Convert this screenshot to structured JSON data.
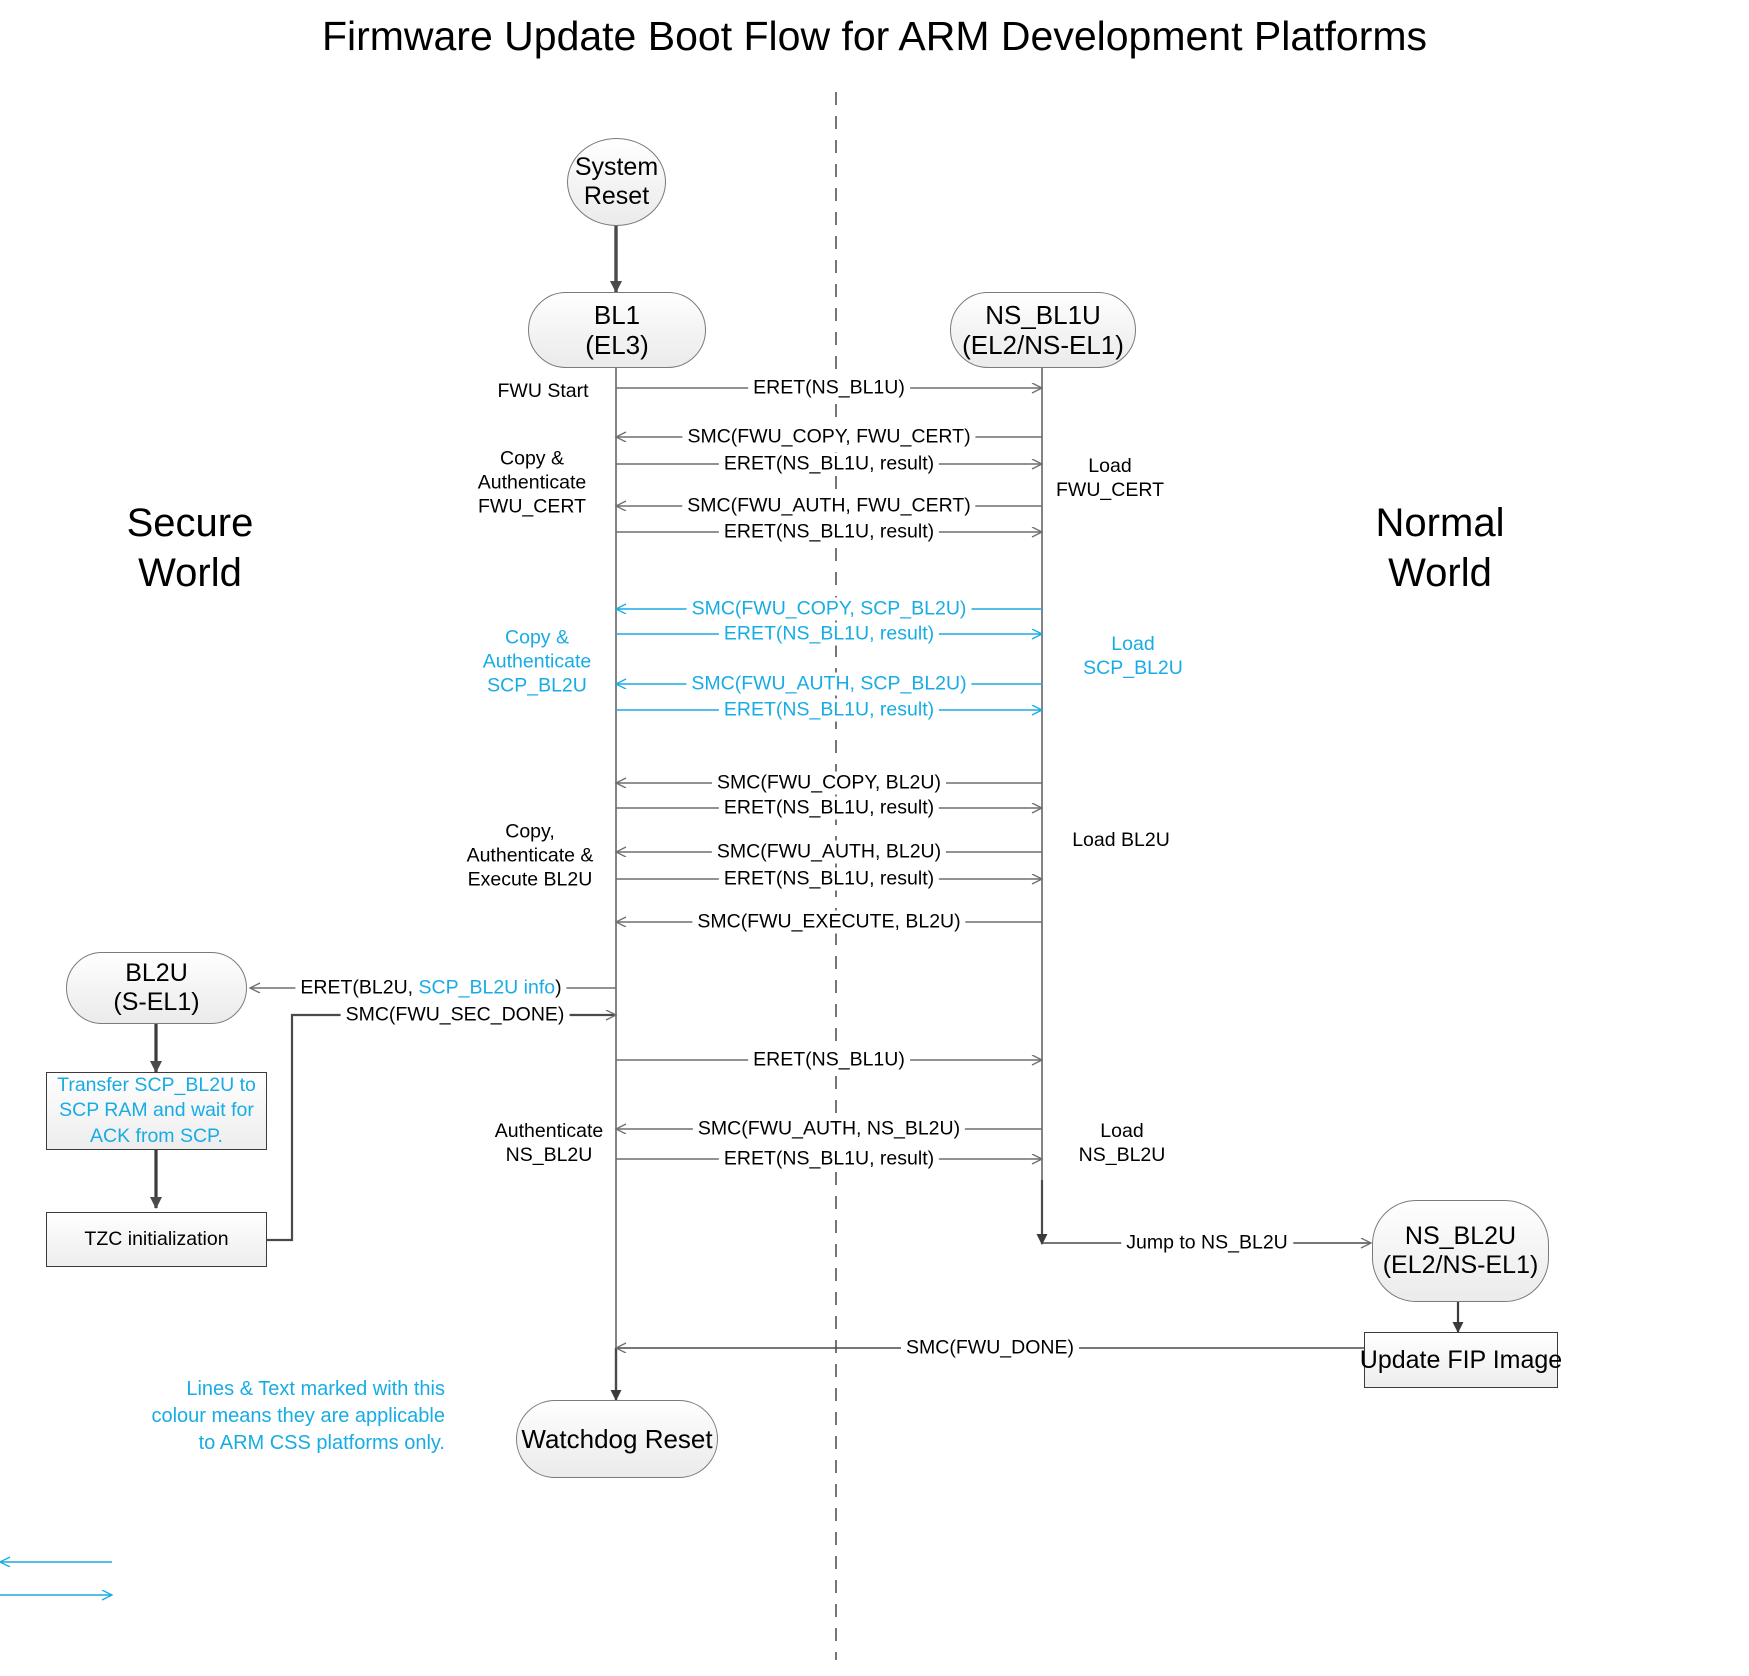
{
  "title": "Firmware Update Boot Flow for ARM Development Platforms",
  "worlds": {
    "secure": "Secure\nWorld",
    "normal": "Normal\nWorld"
  },
  "colors": {
    "accent_cyan": "#18ace4",
    "line_black": "#3b3b3b",
    "line_grey": "#6e6e6e",
    "node_fill": "#f2f2f2",
    "node_stroke": "#7b7b7b"
  },
  "nodes": {
    "system_reset": "System\nReset",
    "bl1": "BL1\n(EL3)",
    "ns_bl1u": "NS_BL1U\n(EL2/NS-EL1)",
    "bl2u": "BL2U\n(S-EL1)",
    "ns_bl2u": "NS_BL2U\n(EL2/NS-EL1)",
    "watchdog_reset": "Watchdog Reset",
    "transfer_note": "Transfer SCP_BL2U to\nSCP RAM and wait for\nACK from SCP.",
    "tzc_init": "TZC initialization",
    "update_fip": "Update FIP Image"
  },
  "messages": [
    {
      "text": "ERET(NS_BL1U)",
      "color": "black",
      "direction": "right"
    },
    {
      "text": "SMC(FWU_COPY, FWU_CERT)",
      "color": "black",
      "direction": "left"
    },
    {
      "text": "ERET(NS_BL1U, result)",
      "color": "black",
      "direction": "right"
    },
    {
      "text": "SMC(FWU_AUTH, FWU_CERT)",
      "color": "black",
      "direction": "left"
    },
    {
      "text": "ERET(NS_BL1U, result)",
      "color": "black",
      "direction": "right"
    },
    {
      "text": "SMC(FWU_COPY, SCP_BL2U)",
      "color": "cyan",
      "direction": "left"
    },
    {
      "text": "ERET(NS_BL1U, result)",
      "color": "cyan",
      "direction": "right"
    },
    {
      "text": "SMC(FWU_AUTH, SCP_BL2U)",
      "color": "cyan",
      "direction": "left"
    },
    {
      "text": "ERET(NS_BL1U, result)",
      "color": "cyan",
      "direction": "right"
    },
    {
      "text": "SMC(FWU_COPY, BL2U)",
      "color": "black",
      "direction": "left"
    },
    {
      "text": "ERET(NS_BL1U, result)",
      "color": "black",
      "direction": "right"
    },
    {
      "text": "SMC(FWU_AUTH, BL2U)",
      "color": "black",
      "direction": "left"
    },
    {
      "text": "ERET(NS_BL1U, result)",
      "color": "black",
      "direction": "right"
    },
    {
      "text": "SMC(FWU_EXECUTE, BL2U)",
      "color": "black",
      "direction": "left"
    },
    {
      "text": "ERET(BL2U, SCP_BL2U info)",
      "color": "mixed",
      "direction": "left"
    },
    {
      "text": "SMC(FWU_SEC_DONE)",
      "color": "black",
      "direction": "right"
    },
    {
      "text": "ERET(NS_BL1U)",
      "color": "black",
      "direction": "right"
    },
    {
      "text": "SMC(FWU_AUTH, NS_BL2U)",
      "color": "black",
      "direction": "left"
    },
    {
      "text": "ERET(NS_BL1U, result)",
      "color": "black",
      "direction": "right"
    },
    {
      "text": "Jump to NS_BL2U",
      "color": "black",
      "direction": "right"
    },
    {
      "text": "SMC(FWU_DONE)",
      "color": "black",
      "direction": "left"
    }
  ],
  "msg_text": {
    "m1": "ERET(NS_BL1U)",
    "m2": "SMC(FWU_COPY, FWU_CERT)",
    "m3": "ERET(NS_BL1U, result)",
    "m4": "SMC(FWU_AUTH, FWU_CERT)",
    "m5": "ERET(NS_BL1U, result)",
    "m6": "SMC(FWU_COPY, SCP_BL2U)",
    "m7": "ERET(NS_BL1U, result)",
    "m8": "SMC(FWU_AUTH, SCP_BL2U)",
    "m9": "ERET(NS_BL1U, result)",
    "m10": "SMC(FWU_COPY, BL2U)",
    "m11": "ERET(NS_BL1U, result)",
    "m12": "SMC(FWU_AUTH, BL2U)",
    "m13": "ERET(NS_BL1U, result)",
    "m14": "SMC(FWU_EXECUTE, BL2U)",
    "m15_pre": "ERET(BL2U, ",
    "m15_cyan": "SCP_BL2U info",
    "m15_post": ")",
    "m16": "SMC(FWU_SEC_DONE)",
    "m17": "ERET(NS_BL1U)",
    "m18": "SMC(FWU_AUTH, NS_BL2U)",
    "m19": "ERET(NS_BL1U, result)",
    "m20": "Jump to NS_BL2U",
    "m21": "SMC(FWU_DONE)"
  },
  "left_annotations": {
    "a1": "FWU Start",
    "a2": "Copy &\nAuthenticate\nFWU_CERT",
    "a3": "Copy &\nAuthenticate\nSCP_BL2U",
    "a4": "Copy,\nAuthenticate &\nExecute BL2U",
    "a5": "Authenticate\nNS_BL2U"
  },
  "right_annotations": {
    "b1": "Load\nFWU_CERT",
    "b2": "Load\nSCP_BL2U",
    "b3": "Load BL2U",
    "b4": "Load\nNS_BL2U"
  },
  "legend": {
    "text": "Lines & Text marked with this\ncolour means they are applicable\nto ARM CSS platforms only."
  }
}
